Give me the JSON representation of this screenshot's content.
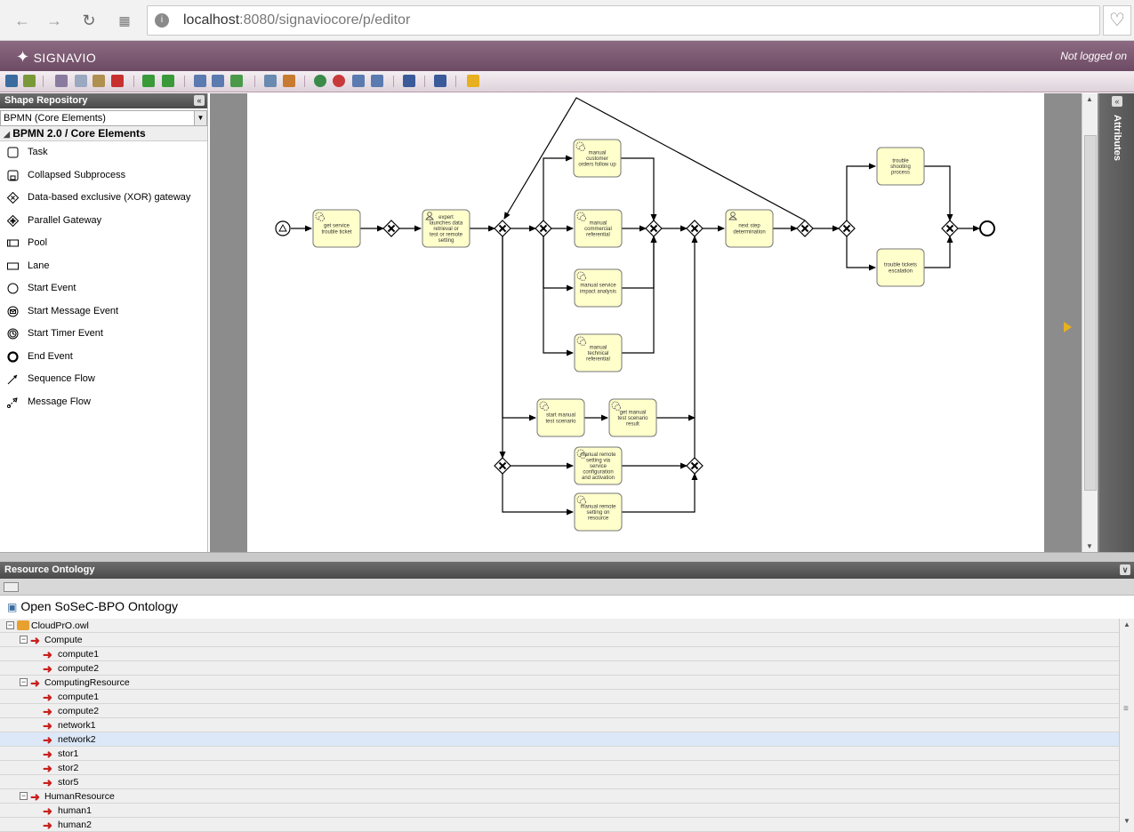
{
  "browser": {
    "url_host": "localhost",
    "url_rest": ":8080/signaviocore/p/editor"
  },
  "app": {
    "logo": "SIGNAVIO",
    "login_status": "Not logged on"
  },
  "shape_repository": {
    "title": "Shape Repository",
    "stencil_set": "BPMN (Core Elements)",
    "group": "BPMN 2.0 / Core Elements",
    "items": [
      {
        "label": "Task",
        "icon": "task-icon"
      },
      {
        "label": "Collapsed Subprocess",
        "icon": "subprocess-icon"
      },
      {
        "label": "Data-based exclusive (XOR) gateway",
        "icon": "xor-gateway-icon"
      },
      {
        "label": "Parallel Gateway",
        "icon": "parallel-gateway-icon"
      },
      {
        "label": "Pool",
        "icon": "pool-icon"
      },
      {
        "label": "Lane",
        "icon": "lane-icon"
      },
      {
        "label": "Start Event",
        "icon": "start-event-icon"
      },
      {
        "label": "Start Message Event",
        "icon": "message-event-icon"
      },
      {
        "label": "Start Timer Event",
        "icon": "timer-event-icon"
      },
      {
        "label": "End Event",
        "icon": "end-event-icon"
      },
      {
        "label": "Sequence Flow",
        "icon": "sequence-flow-icon"
      },
      {
        "label": "Message Flow",
        "icon": "message-flow-icon"
      }
    ]
  },
  "attributes_label": "Attributes",
  "diagram": {
    "tasks": [
      {
        "id": "t1",
        "lines": [
          "get service",
          "trouble ticket"
        ],
        "kind": "service"
      },
      {
        "id": "t2",
        "lines": [
          "expert",
          "launches data",
          "retrieval or",
          "test or remote",
          "setting"
        ],
        "kind": "user"
      },
      {
        "id": "t3",
        "lines": [
          "manual",
          "customer",
          "orders follow up"
        ],
        "kind": "service"
      },
      {
        "id": "t4",
        "lines": [
          "manual",
          "commercial",
          "referential"
        ],
        "kind": "service"
      },
      {
        "id": "t5",
        "lines": [
          "manual service",
          "impact analysis"
        ],
        "kind": "service"
      },
      {
        "id": "t6",
        "lines": [
          "manual",
          "technical",
          "referential"
        ],
        "kind": "service"
      },
      {
        "id": "t7",
        "lines": [
          "next step",
          "determination"
        ],
        "kind": "user"
      },
      {
        "id": "t8",
        "lines": [
          "trouble",
          "shooting",
          "process"
        ],
        "kind": "plain"
      },
      {
        "id": "t9",
        "lines": [
          "trouble tickets",
          "escalation"
        ],
        "kind": "plain"
      },
      {
        "id": "t10",
        "lines": [
          "start manual",
          "test scenario"
        ],
        "kind": "service"
      },
      {
        "id": "t11",
        "lines": [
          "get manual",
          "test scenario",
          "result"
        ],
        "kind": "service"
      },
      {
        "id": "t12",
        "lines": [
          "manual remote",
          "setting via",
          "service",
          "configuration",
          "and activation"
        ],
        "kind": "service"
      },
      {
        "id": "t13",
        "lines": [
          "manual remote",
          "setting on",
          "resource"
        ],
        "kind": "service"
      }
    ]
  },
  "ontology": {
    "title": "Resource Ontology",
    "open_label": "Open  SoSeC-BPO  Ontology",
    "rows": [
      {
        "label": "CloudPrO.owl",
        "level": 0,
        "type": "root"
      },
      {
        "label": "Compute",
        "level": 1,
        "type": "class"
      },
      {
        "label": "compute1",
        "level": 2,
        "type": "instance"
      },
      {
        "label": "compute2",
        "level": 2,
        "type": "instance"
      },
      {
        "label": "ComputingResource",
        "level": 1,
        "type": "class"
      },
      {
        "label": "compute1",
        "level": 2,
        "type": "instance"
      },
      {
        "label": "compute2",
        "level": 2,
        "type": "instance"
      },
      {
        "label": "network1",
        "level": 2,
        "type": "instance"
      },
      {
        "label": "network2",
        "level": 2,
        "type": "instance",
        "selected": true
      },
      {
        "label": "stor1",
        "level": 2,
        "type": "instance"
      },
      {
        "label": "stor2",
        "level": 2,
        "type": "instance"
      },
      {
        "label": "stor5",
        "level": 2,
        "type": "instance"
      },
      {
        "label": "HumanResource",
        "level": 1,
        "type": "class"
      },
      {
        "label": "human1",
        "level": 2,
        "type": "instance"
      },
      {
        "label": "human2",
        "level": 2,
        "type": "instance"
      }
    ]
  }
}
